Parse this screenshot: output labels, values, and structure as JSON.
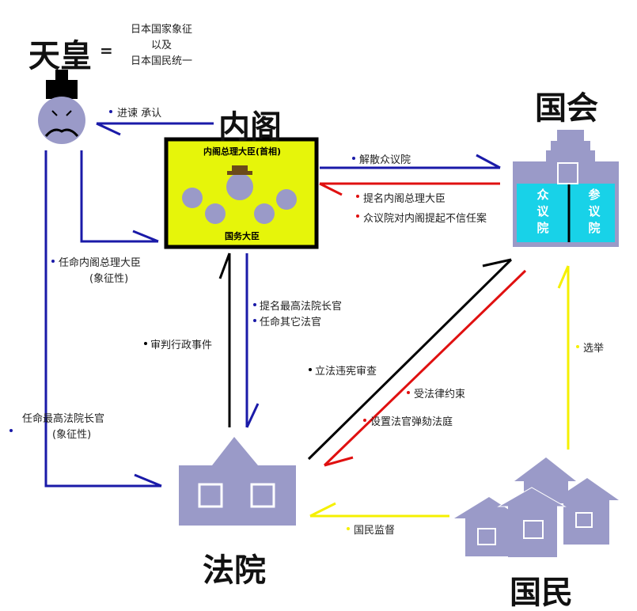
{
  "nodes": {
    "emperor": "天皇",
    "cabinet": "内阁",
    "diet": "国会",
    "court": "法院",
    "people": "国民"
  },
  "emperor_note": {
    "equals": "=",
    "line1": "日本国家象征",
    "line2": "以及",
    "line3": "日本国民统一"
  },
  "cabinet_box": {
    "top_label": "内阁总理大臣(首相)",
    "bottom_label": "国务大臣"
  },
  "diet_houses": {
    "lower": "众议院",
    "upper": "参议院"
  },
  "relations": {
    "advise_approve": "进谏  承认",
    "dissolve_lower": "解散众议院",
    "nominate_pm": "提名内阁总理大臣",
    "no_confidence": "众议院对内阁提起不信任案",
    "appoint_pm_1": "任命内阁总理大臣",
    "appoint_pm_2": "(象征性)",
    "nominate_chief_justice": "提名最高法院长官",
    "appoint_judges": "任命其它法官",
    "admin_litigation": "审判行政事件",
    "appoint_chief_justice_1": "任命最高法院长官",
    "appoint_chief_justice_2": "(象征性)",
    "judicial_review": "立法违宪审查",
    "bound_by_law": "受法律约束",
    "impeachment_court": "设置法官弹劾法庭",
    "election": "选举",
    "public_oversight": "国民监督"
  },
  "colors": {
    "blue": "#1a1aa8",
    "red": "#e01010",
    "yellow": "#f5f000",
    "black": "#000000",
    "purple": "#9a9ac8",
    "cabinet_fill": "#e6f50a",
    "diet_fill": "#18d2e8"
  }
}
